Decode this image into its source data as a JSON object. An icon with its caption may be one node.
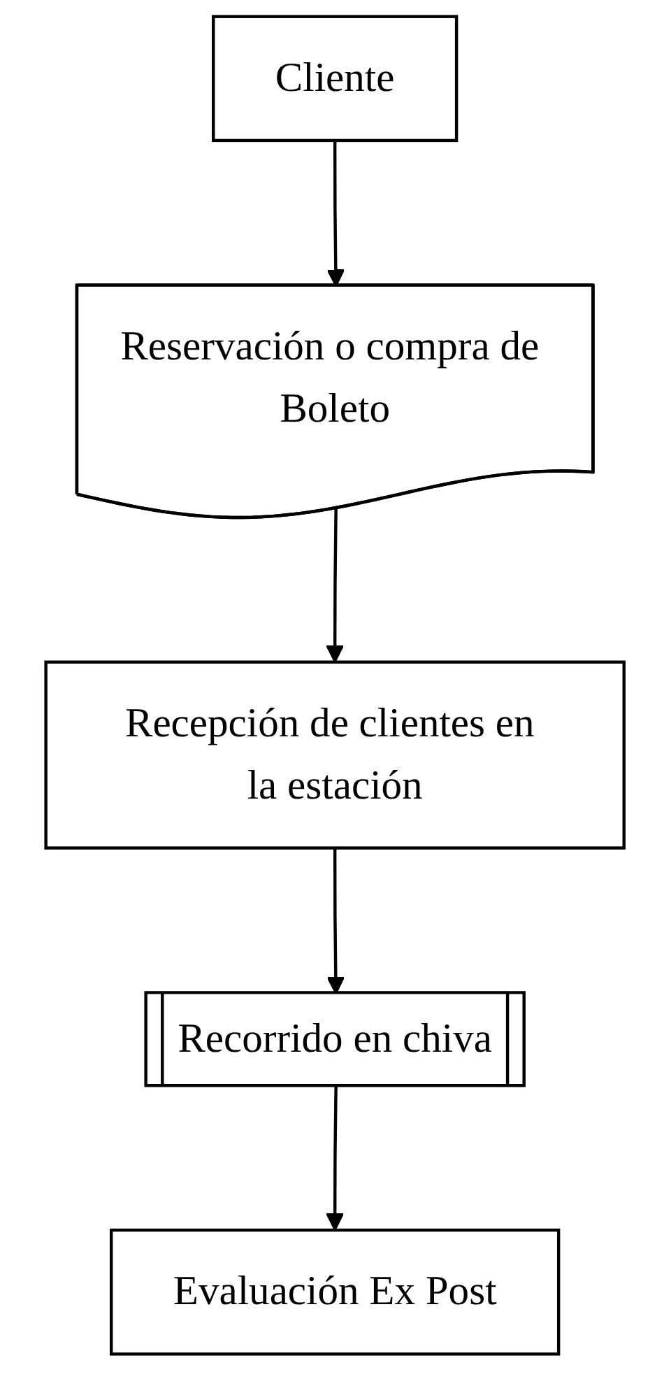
{
  "diagram": {
    "nodes": [
      {
        "text": [
          "Cliente"
        ]
      },
      {
        "text": [
          "Reservación o compra de Boleto"
        ]
      },
      {
        "text": [
          "Recepción de clientes en la estación"
        ]
      },
      {
        "text": [
          "Recorrido en chiva"
        ]
      },
      {
        "text": [
          "Evaluación Ex Post"
        ]
      }
    ],
    "edges": [
      {
        "from": 0,
        "to": 1,
        "arrow": "to"
      },
      {
        "from": 1,
        "to": 2,
        "arrow": "to"
      },
      {
        "from": 2,
        "to": 3,
        "arrow": "to"
      },
      {
        "from": 3,
        "to": 4,
        "arrow": "to"
      }
    ]
  }
}
